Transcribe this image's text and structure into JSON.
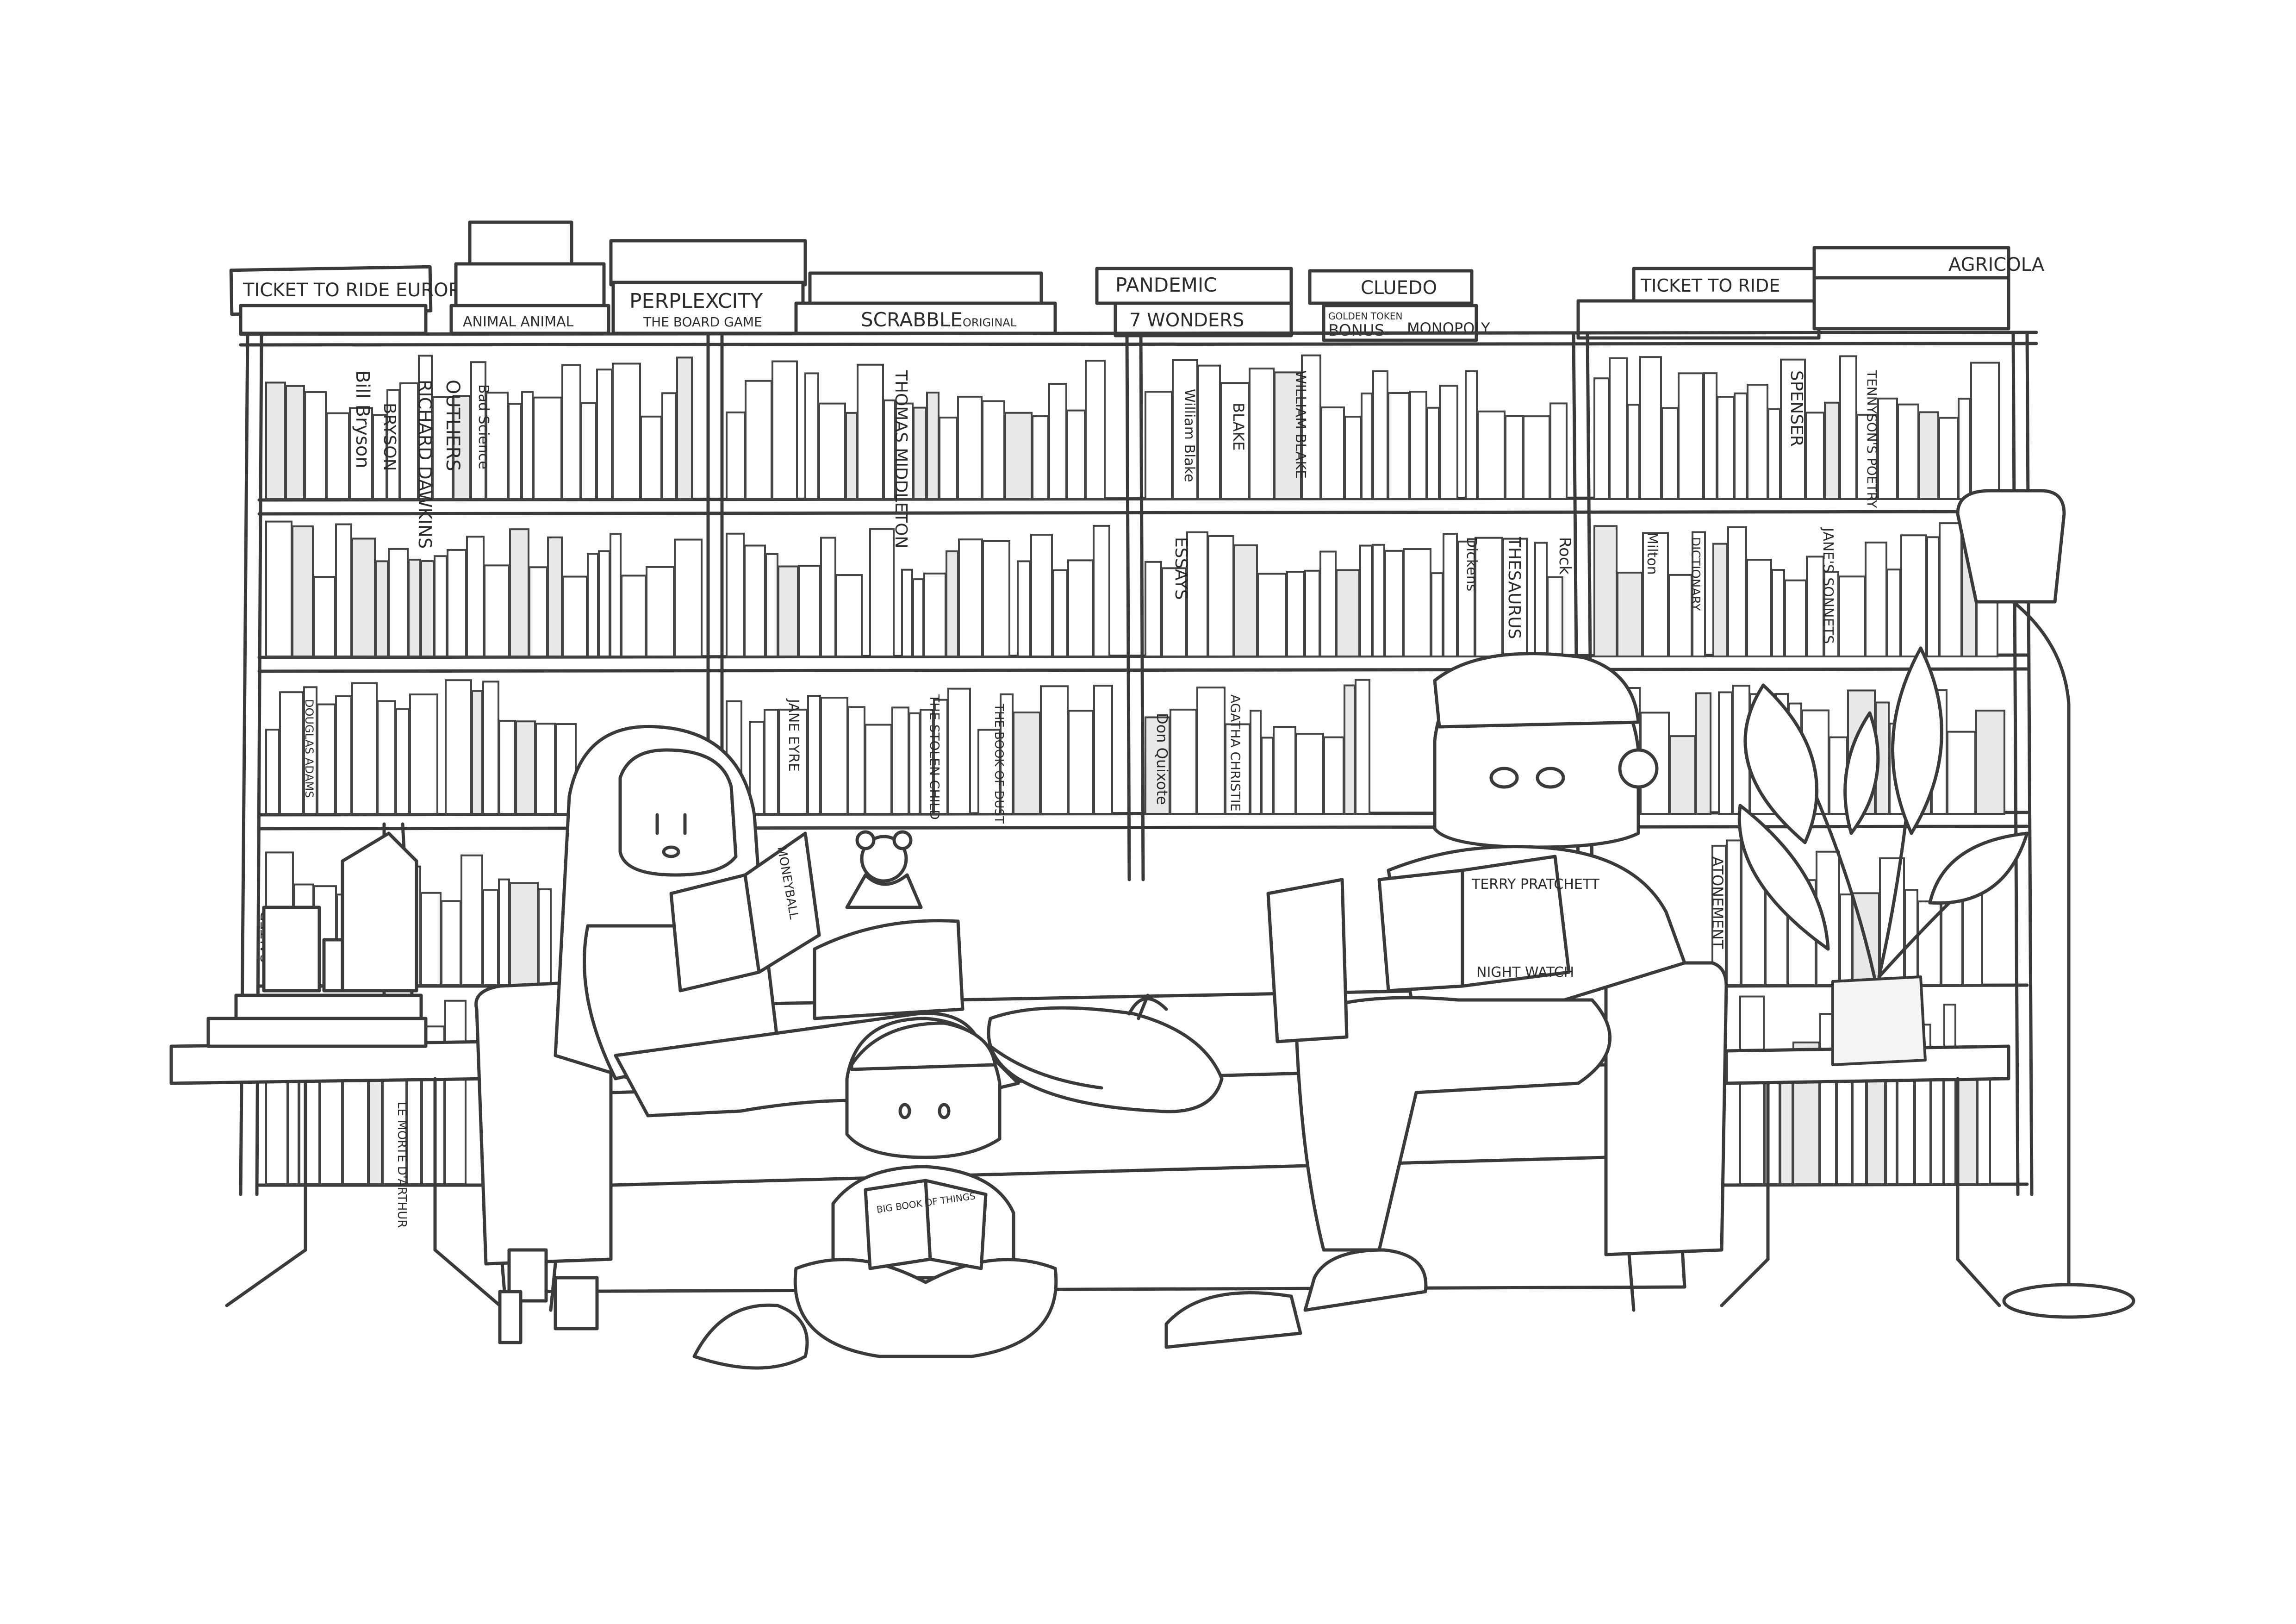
{
  "scene": {
    "colors": {
      "ink": "#3a3a3a",
      "paper": "#ffffff",
      "shade": "#f4f4f4"
    },
    "games": [
      "TICKET TO RIDE EUROPE",
      "ANIMAL ANIMAL",
      "PERPLEXCITY",
      "THE BOARD GAME",
      "SCRABBLE",
      "ORIGINAL",
      "PANDEMIC",
      "7 WONDERS",
      "CLUEDO",
      "GOLDEN TOKEN",
      "BONUS",
      "MONOPOLY",
      "TICKET TO RIDE",
      "AGRICOLA"
    ],
    "spines": [
      "Bill Bryson",
      "BRYSON",
      "RICHARD DAWKINS",
      "OUTLIERS",
      "Bad Science",
      "THOMAS MIDDLETON",
      "William Blake",
      "BLAKE",
      "WILLIAM BLAKE",
      "SPENSER",
      "TENNYSON'S POETRY",
      "JANE EYRE",
      "THE STOLEN CHILD",
      "THE BOOK OF DUST",
      "DOUGLAS ADAMS",
      "Don Quixote",
      "AGATHA CHRISTIE",
      "ESSAYS",
      "THESAURUS",
      "Rock",
      "JANE'S SONNETS",
      "ATONEMENT",
      "LE MORTE D'ARTHUR",
      "SALTED",
      "Dickens",
      "Milton",
      "DICTIONARY"
    ],
    "reading": {
      "man_book": [
        "TERRY PRATCHETT",
        "NIGHT WATCH"
      ],
      "child_book": "BIG BOOK OF THINGS",
      "woman_book": "MONEYBALL"
    }
  }
}
